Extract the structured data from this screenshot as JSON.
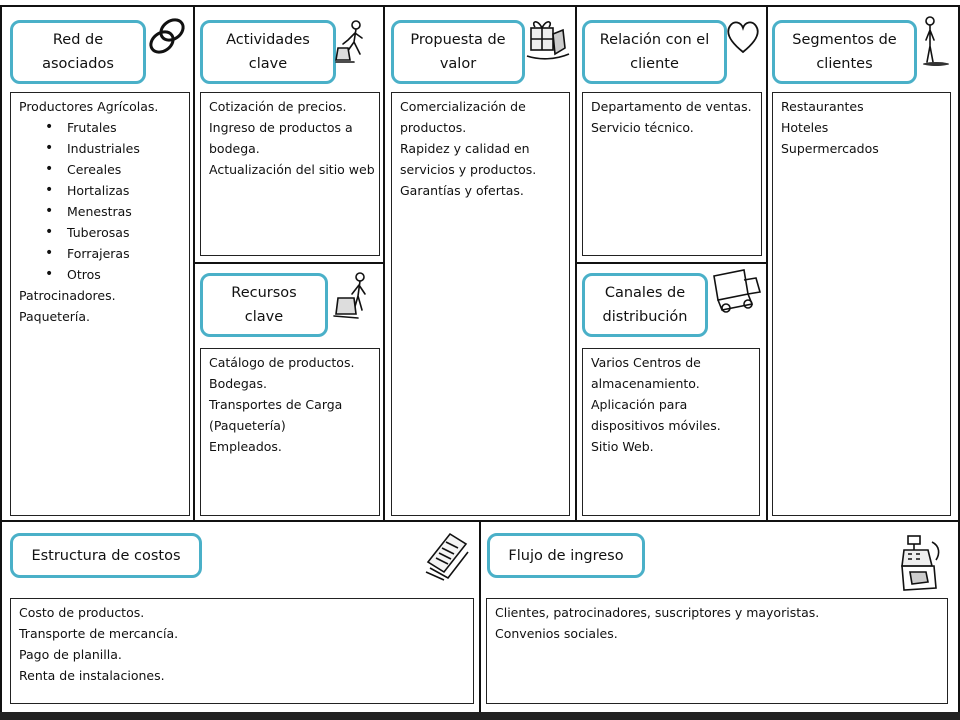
{
  "colors": {
    "accent_border": "#4ab0c8",
    "frame_border": "#111111"
  },
  "canvas": {
    "partners": {
      "title": "Red de\nasociados",
      "icon": "chain-link-icon",
      "lines_top": [
        "Productores Agrícolas."
      ],
      "bullets": [
        "Frutales",
        "Industriales",
        "Cereales",
        "Hortalizas",
        "Menestras",
        "Tuberosas",
        "Forrajeras",
        "Otros"
      ],
      "lines_bottom": [
        "Patrocinadores.",
        "Paquetería."
      ]
    },
    "activities": {
      "title": "Actividades\nclave",
      "icon": "worker-icon",
      "lines": [
        "Cotización de precios.",
        "Ingreso de productos a",
        "bodega.",
        "Actualización del sitio web"
      ]
    },
    "resources": {
      "title": "Recursos\nclave",
      "icon": "worker-icon",
      "lines": [
        "Catálogo de productos.",
        "Bodegas.",
        "Transportes de Carga",
        "(Paquetería)",
        "Empleados."
      ]
    },
    "value": {
      "title": "Propuesta de\nvalor",
      "icon": "gift-icon",
      "lines": [
        "Comercialización de",
        "productos.",
        "Rapidez y calidad en",
        "servicios y productos.",
        "Garantías y ofertas."
      ]
    },
    "relationship": {
      "title": "Relación con el\ncliente",
      "icon": "heart-icon",
      "lines": [
        "Departamento de ventas.",
        "Servicio técnico."
      ]
    },
    "channels": {
      "title": "Canales de\ndistribución",
      "icon": "truck-icon",
      "lines": [
        "Varios Centros de",
        "almacenamiento.",
        "Aplicación para",
        "dispositivos móviles.",
        "Sitio Web."
      ]
    },
    "segments": {
      "title": "Segmentos de\nclientes",
      "icon": "person-icon",
      "lines": [
        "Restaurantes",
        "Hoteles",
        "Supermercados"
      ]
    },
    "costs": {
      "title": "Estructura de costos",
      "icon": "price-tag-icon",
      "lines": [
        "Costo de productos.",
        "Transporte de mercancía.",
        "Pago de planilla.",
        "Renta de instalaciones."
      ]
    },
    "revenue": {
      "title": "Flujo de ingreso",
      "icon": "cash-register-icon",
      "lines": [
        "Clientes, patrocinadores, suscriptores y mayoristas.",
        "Convenios sociales."
      ]
    }
  }
}
